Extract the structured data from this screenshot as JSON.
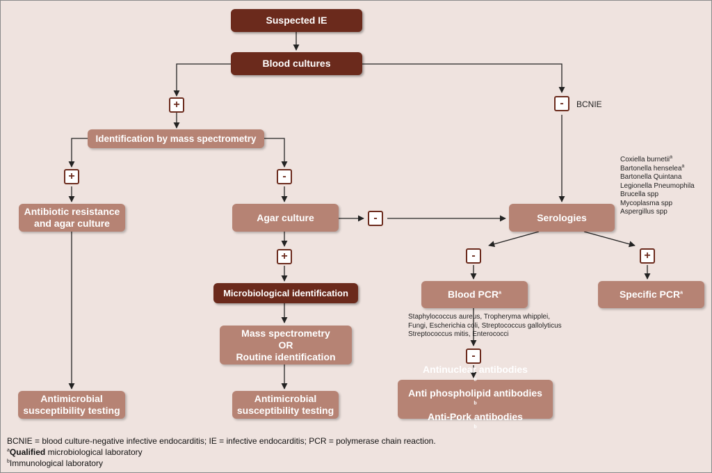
{
  "nodes": {
    "suspected_ie": "Suspected IE",
    "blood_cultures": "Blood cultures",
    "mass_spec_identification": "Identification by mass spectrometry",
    "antibiotic_resistance": [
      "Antibiotic resistance",
      "and agar culture"
    ],
    "agar_culture": "Agar culture",
    "serologies": "Serologies",
    "microbiological_identification": "Microbiological identification",
    "mass_spec_or_routine": [
      "Mass spectrometry",
      "OR",
      "Routine identification"
    ],
    "blood_pcr": "Blood PCR",
    "blood_pcr_sup": "a",
    "specific_pcr": "Specific PCR",
    "specific_pcr_sup": "a",
    "antimicrobial_left": [
      "Antimicrobial",
      "susceptibility testing"
    ],
    "antimicrobial_middle": [
      "Antimicrobial",
      "susceptibility testing"
    ],
    "antibodies": [
      {
        "text": "Antinuclear antibodies",
        "sup": "b"
      },
      {
        "text": "Anti phospholipid antibodies",
        "sup": "b"
      },
      {
        "text": "Anti-Pork antibodies",
        "sup": "b"
      }
    ]
  },
  "signs": {
    "plus": "+",
    "minus": "-"
  },
  "bcnie_label": "BCNIE",
  "serology_organisms": [
    {
      "text": "Coxiella burnetii",
      "sup": "a"
    },
    {
      "text": "Bartonella henselea",
      "sup": "a"
    },
    {
      "text": "Bartonella Quintana",
      "sup": ""
    },
    {
      "text": "Legionella Pneumophila",
      "sup": ""
    },
    {
      "text": "Brucella spp",
      "sup": ""
    },
    {
      "text": "Mycoplasma spp",
      "sup": ""
    },
    {
      "text": "Aspergillus spp",
      "sup": ""
    }
  ],
  "blood_pcr_organisms": [
    "Staphylococcus aureus, Tropheryma whipplei,",
    "Fungi, Escherichia coli, Streptococcus gallolyticus",
    "Streptococcus mitis, Enterococci"
  ],
  "legend": {
    "abbreviations": "BCNIE = blood culture-negative infective endocarditis; IE = infective endocarditis; PCR = polymerase chain reaction.",
    "note_a_mark": "a",
    "note_a_bold": "Qualified",
    "note_a_rest": " microbiological laboratory",
    "note_b_mark": "b",
    "note_b_text": "Immunological laboratory"
  },
  "colors": {
    "background": "#efe3df",
    "dark_box": "#6b2a1c",
    "light_box": "#b68374",
    "arrow": "#222222"
  }
}
